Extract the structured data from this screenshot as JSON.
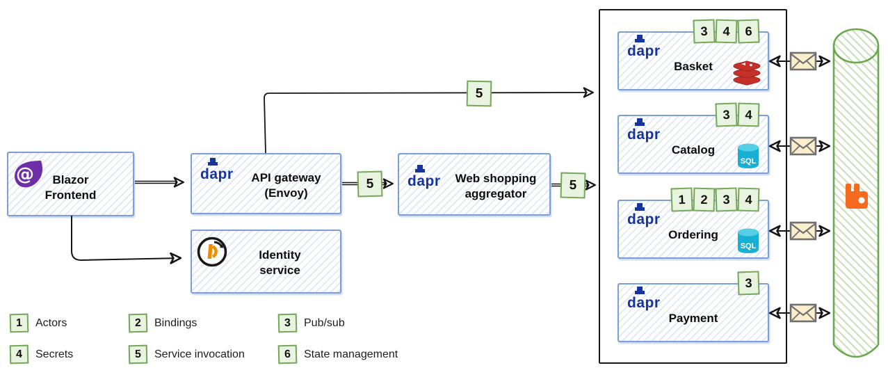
{
  "colors": {
    "node_border": "#7b9ed6",
    "node_hatch": "#d9e4f4",
    "badge_bg": "#e9f4e0",
    "badge_border": "#74a75a",
    "dapr_blue": "#16349b",
    "arrow_black": "#141414",
    "container_border": "#161616",
    "envelope_fill": "#faeecb",
    "envelope_stroke": "#6f6f6f",
    "redis_red": "#c6302b",
    "sql_cyan": "#17b0d4",
    "rabbitmq_orange": "#f56a1e",
    "blazor_purple": "#6f2da8",
    "identity_orange": "#f08c00",
    "bus_green": "#6aa84f",
    "bus_hatch": "#c2dcb2"
  },
  "icons": {
    "dapr_label": "dapr",
    "sql_label": "SQL"
  },
  "nodes": {
    "blazor": {
      "label": "Blazor\nFrontend"
    },
    "api_gateway": {
      "label": "API gateway\n(Envoy)"
    },
    "identity": {
      "label": "Identity\nservice"
    },
    "aggregator": {
      "label": "Web shopping\naggregator"
    },
    "services": [
      {
        "label": "Basket",
        "badges": [
          "3",
          "4",
          "6"
        ],
        "datastore": "redis"
      },
      {
        "label": "Catalog",
        "badges": [
          "3",
          "4"
        ],
        "datastore": "sql"
      },
      {
        "label": "Ordering",
        "badges": [
          "1",
          "2",
          "3",
          "4"
        ],
        "datastore": "sql"
      },
      {
        "label": "Payment",
        "badges": [
          "3"
        ],
        "datastore": "none"
      }
    ]
  },
  "edges": {
    "gateway_to_services_label": "5",
    "gateway_to_aggregator_label": "5",
    "aggregator_to_services_label": "5"
  },
  "legend": {
    "items": [
      {
        "num": "1",
        "label": "Actors"
      },
      {
        "num": "2",
        "label": "Bindings"
      },
      {
        "num": "3",
        "label": "Pub/sub"
      },
      {
        "num": "4",
        "label": "Secrets"
      },
      {
        "num": "5",
        "label": "Service invocation"
      },
      {
        "num": "6",
        "label": "State management"
      }
    ]
  }
}
